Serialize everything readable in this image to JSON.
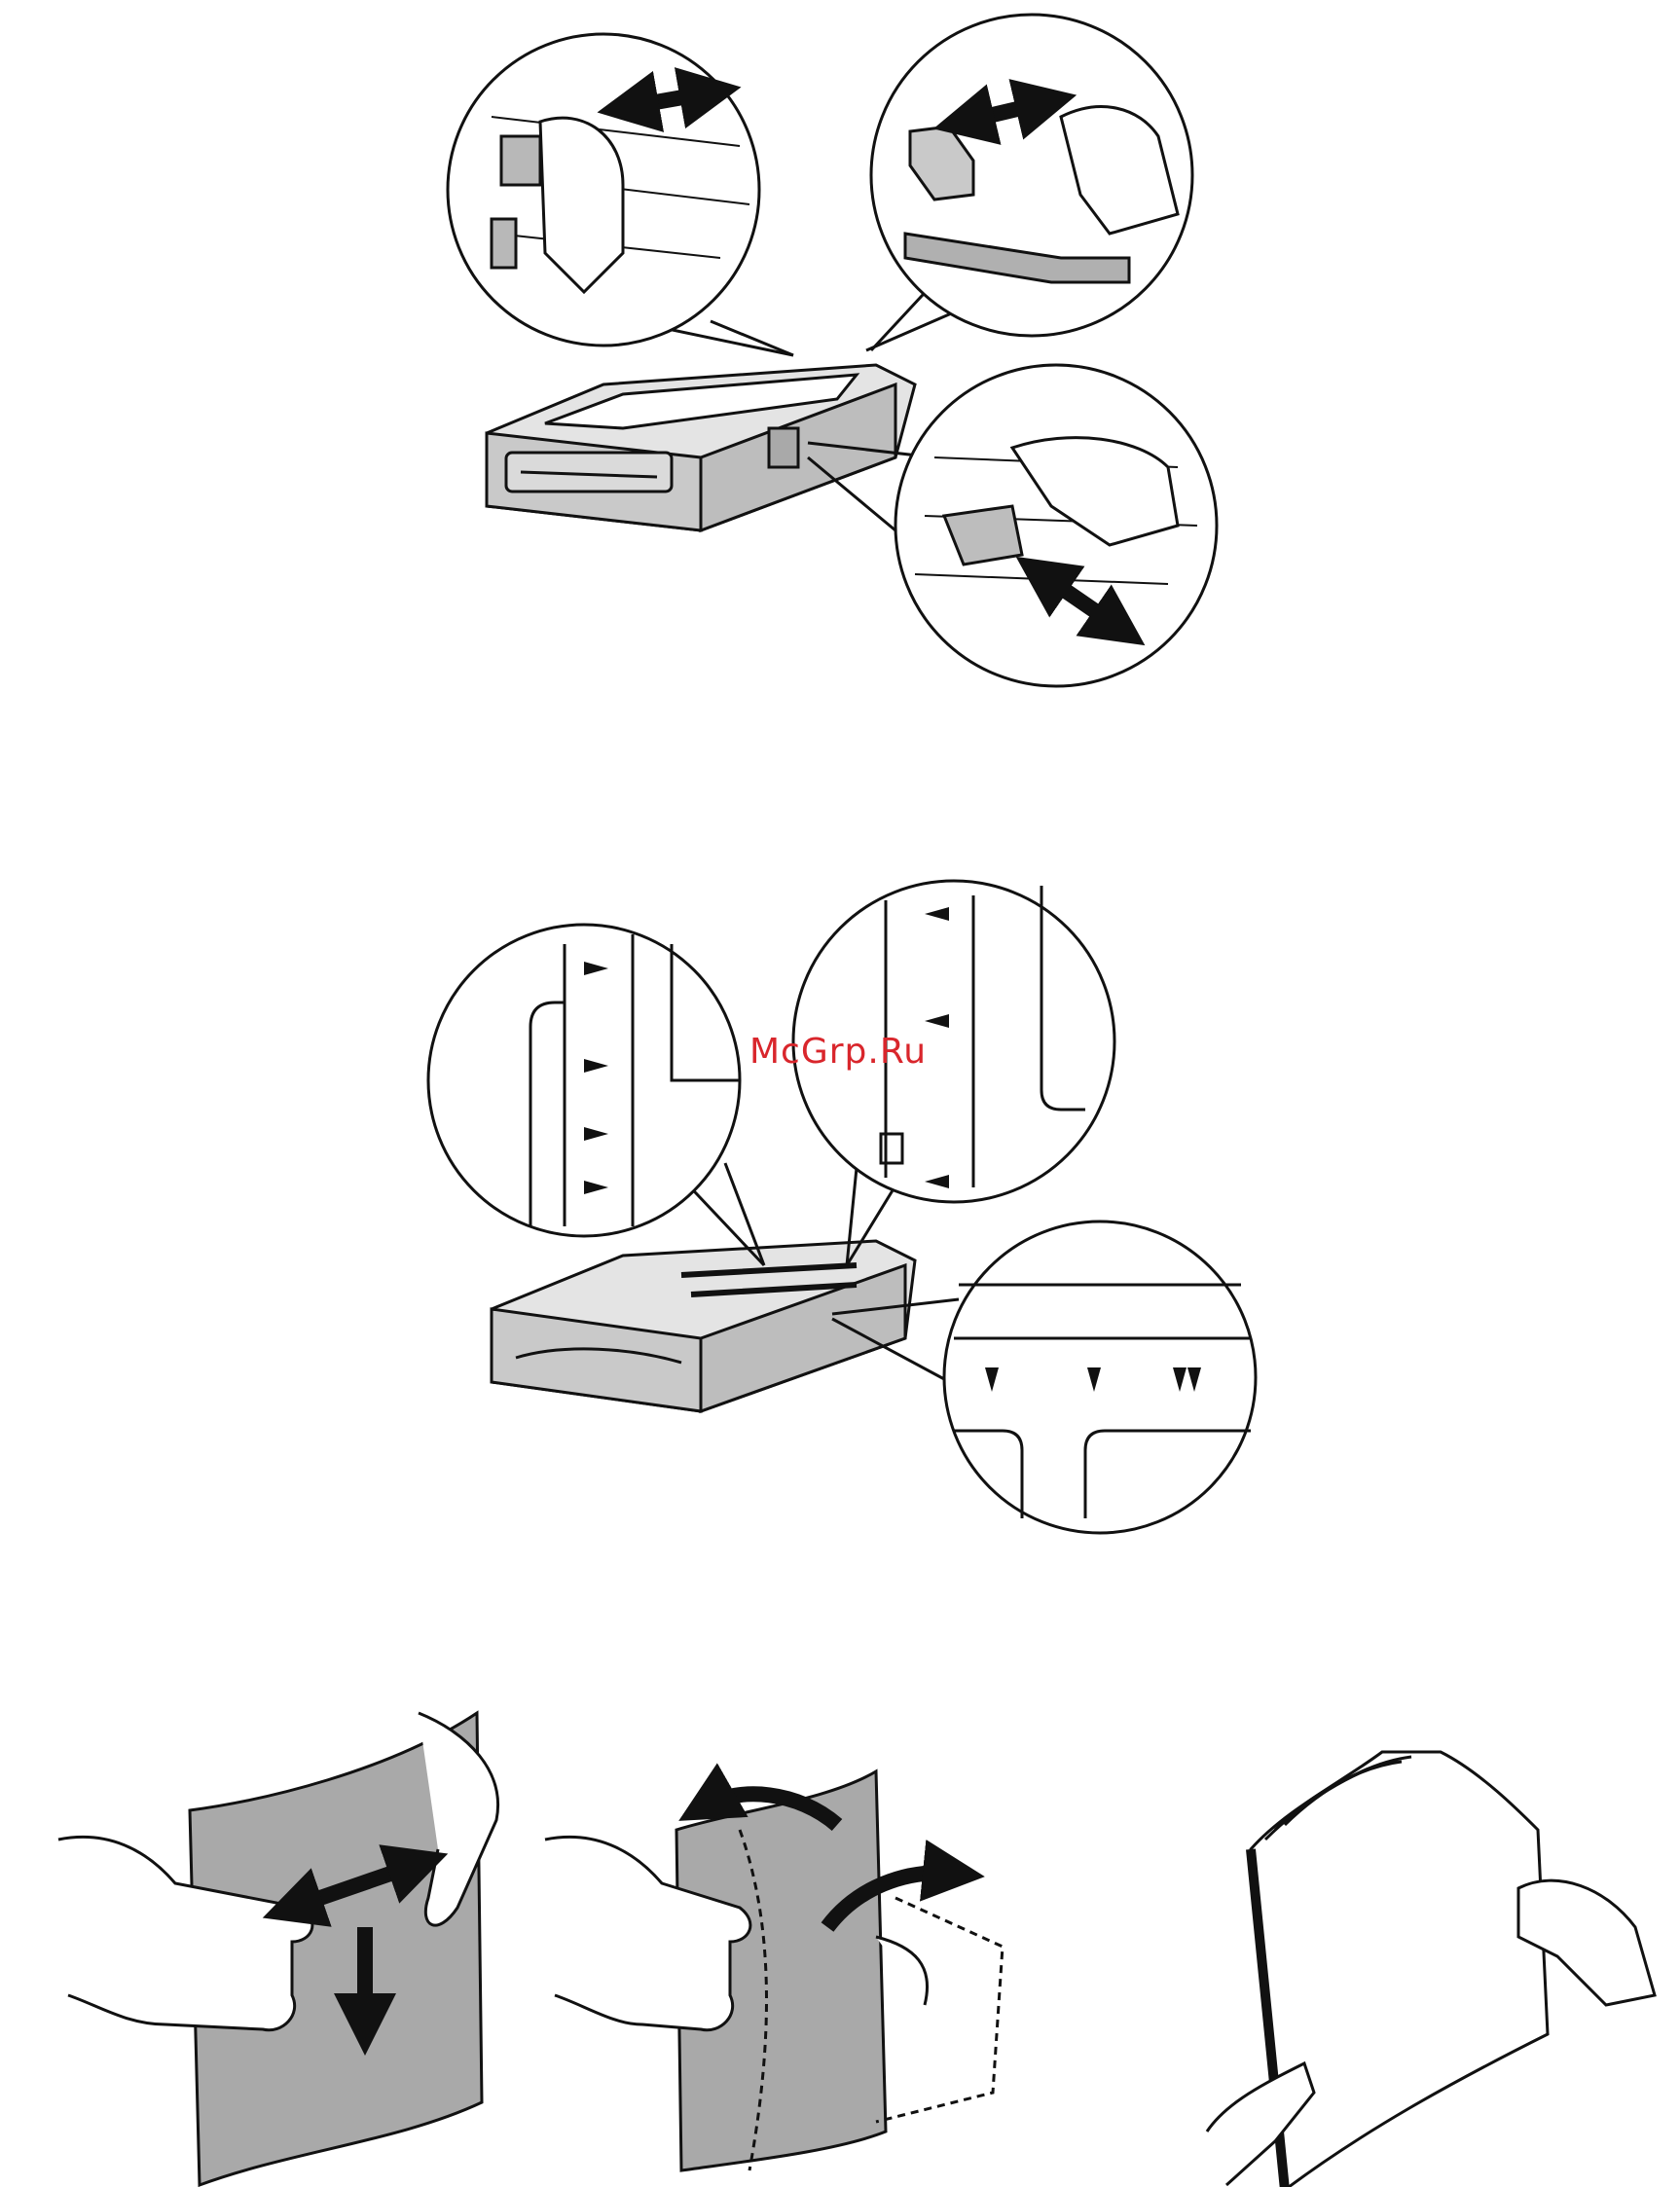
{
  "watermark": {
    "text": "McGrp.Ru",
    "color": "#d9262c"
  },
  "illustrations": [
    {
      "name": "tray-guide-adjustment",
      "callouts": 3,
      "arrow-icon": "double-arrow-icon"
    },
    {
      "name": "tray-size-marks",
      "callouts": 3
    },
    {
      "name": "paper-flex",
      "arrow-icon": "curved-arrow-icon"
    },
    {
      "name": "paper-fan",
      "arrow-icon": "curved-arrow-icon"
    },
    {
      "name": "paper-align"
    }
  ],
  "colors": {
    "line": "#111111",
    "tray": "#c9c9c9",
    "paper": "#a9a9a9",
    "hand": "#ffffff"
  }
}
